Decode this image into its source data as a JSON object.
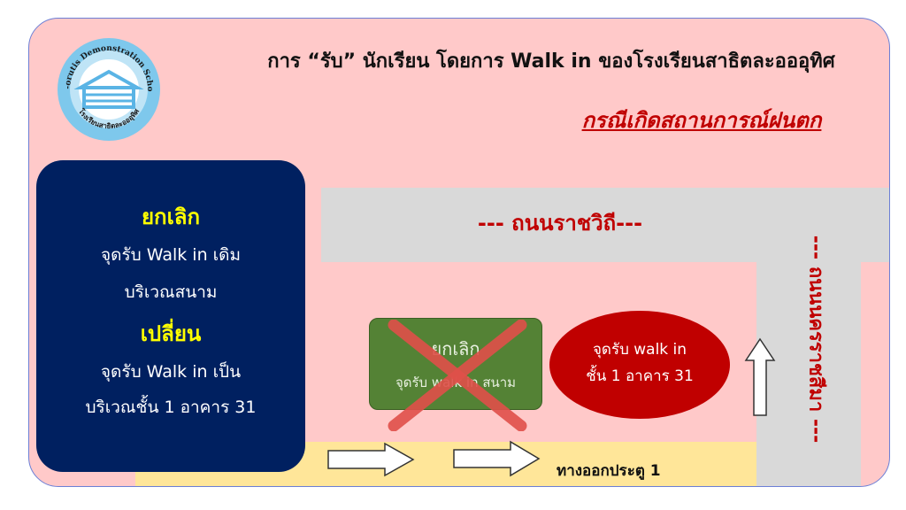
{
  "header": {
    "title": "การ “รับ” นักเรียน โดยการ Walk in ของโรงเรียนสาธิตละอออุทิศ",
    "subtitle": "กรณีเกิดสถานการณ์ฝนตก"
  },
  "logo": {
    "ring_text": "La-orutis Demonstration School",
    "ring_text_bottom": "โรงเรียนสาธิตละอออุทิศ",
    "colors": {
      "ring": "#7ec8ec",
      "inner": "#ffffff",
      "emblem": "#5ab4e5"
    }
  },
  "roads": {
    "top_name": "--- ถนนราชวิถี---",
    "right_name": "--- ถนนนครราชสีมา ---"
  },
  "info_box": {
    "heading_cancel": "ยกเลิก",
    "cancel_line1": "จุดรับ Walk in เดิม",
    "cancel_line2": "บริเวณสนาม",
    "heading_change": "เปลี่ยน",
    "change_line1": "จุดรับ Walk in เป็น",
    "change_line2": "บริเวณชั้น 1 อาคาร 31"
  },
  "cancelled_point": {
    "line1": "ยกเลิก",
    "line2": "จุดรับ walk in สนาม"
  },
  "new_point": {
    "line1": "จุดรับ walk in",
    "line2": "ชั้น 1 อาคาร 31"
  },
  "exit": {
    "label": "ทางออกประตู 1"
  },
  "colors": {
    "background": "#ffc9c9",
    "road": "#d9d9d9",
    "lane": "#ffe699",
    "info_box": "#002060",
    "highlight": "#ffff00",
    "cancelled": "#548235",
    "new_point": "#c00000",
    "cross": "#e0504a",
    "road_text": "#c00000"
  }
}
